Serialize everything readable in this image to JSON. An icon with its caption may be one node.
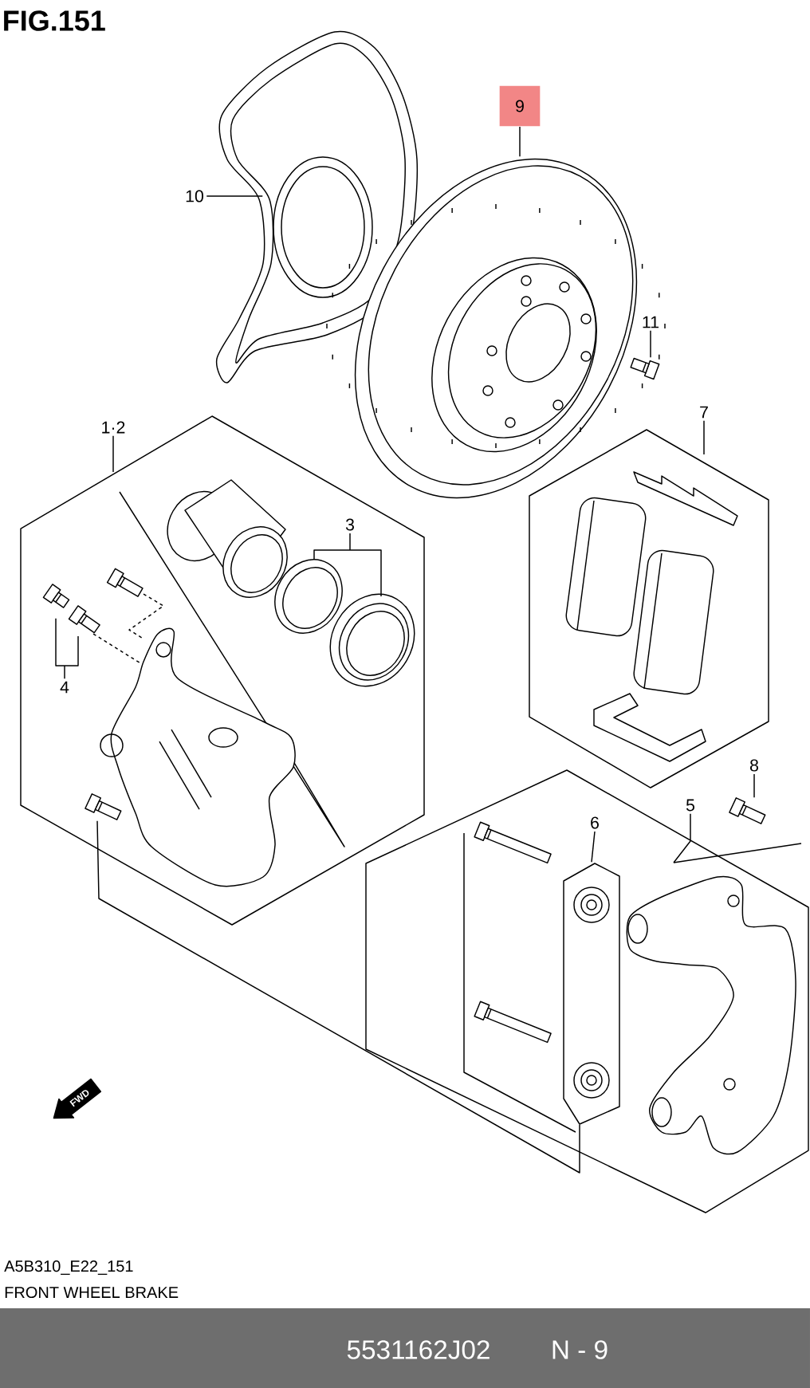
{
  "diagram": {
    "title": "FIG.151",
    "nodes": [
      {
        "text": [
          "9"
        ]
      },
      {
        "text": [
          "10"
        ]
      },
      {
        "text": [
          "11"
        ]
      },
      {
        "text": [
          "1·2"
        ]
      },
      {
        "text": [
          "7"
        ]
      },
      {
        "text": [
          "3"
        ]
      },
      {
        "text": [
          "4"
        ]
      },
      {
        "text": [
          "8"
        ]
      },
      {
        "text": [
          "5"
        ]
      },
      {
        "text": [
          "6"
        ]
      },
      {
        "text": [],
        "shape": "picture"
      },
      {
        "text": [],
        "shape": "picture"
      },
      {
        "text": [],
        "shape": "picture"
      },
      {
        "text": [],
        "shape": "picture"
      },
      {
        "text": [],
        "shape": "picture"
      },
      {
        "text": [],
        "shape": "picture"
      },
      {
        "text": [],
        "shape": "picture"
      },
      {
        "text": [],
        "shape": "box"
      }
    ],
    "edges": [
      {
        "from": 0,
        "to": 10,
        "arrow": "none"
      },
      {
        "from": 1,
        "to": 13,
        "arrow": "none"
      },
      {
        "from": 2,
        "to": 11,
        "arrow": "none"
      },
      {
        "from": 3,
        "to": null,
        "arrow": "none"
      },
      {
        "from": 4,
        "to": null,
        "arrow": "none"
      },
      {
        "from": 5,
        "to": 14,
        "arrow": "none"
      },
      {
        "from": 6,
        "to": 15,
        "arrow": "none"
      },
      {
        "from": 7,
        "to": 12,
        "arrow": "none"
      },
      {
        "from": 8,
        "to": null,
        "arrow": "none"
      },
      {
        "from": 9,
        "to": 17,
        "arrow": "none"
      },
      {
        "from": 16,
        "to": 17,
        "arrow": "none"
      }
    ],
    "labels": [
      "FWD",
      "A5B310_E22_151",
      "FRONT WHEEL BRAKE",
      "5531162J02",
      "N - 9"
    ]
  }
}
